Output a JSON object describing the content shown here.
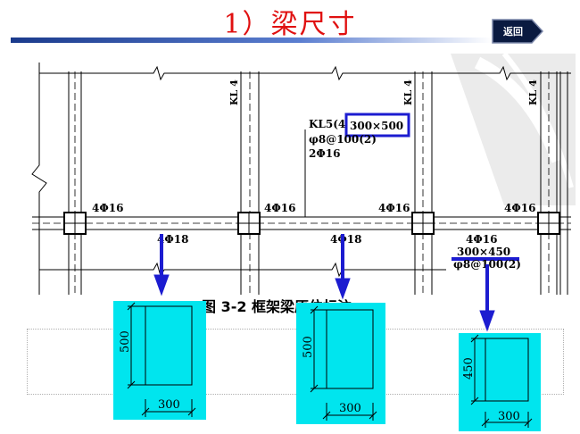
{
  "title": "1）梁尺寸",
  "back_button": "返回",
  "plan": {
    "kl4_labels": [
      "KL 4",
      "KL 4",
      "KL 4"
    ],
    "kl5_label": "KL5(4",
    "kl5_size": "300×500",
    "kl5_stirrup": "φ8@100(2)",
    "kl5_top_bar": "2Φ16",
    "support_bars": [
      "4Φ16",
      "4Φ16",
      "4Φ16",
      "4Φ16"
    ],
    "bottom_bars": [
      "4Φ18",
      "4Φ18"
    ],
    "span_bar": "4Φ16",
    "span_size": "300×450",
    "span_stirrup": "φ8@100(2)"
  },
  "caption": "图 3-2   框架梁原位标注",
  "sections": [
    {
      "height": "500",
      "width": "300"
    },
    {
      "height": "500",
      "width": "300"
    },
    {
      "height": "450",
      "width": "300"
    }
  ],
  "colors": {
    "title": "#e01010",
    "highlight": "#1c1cd0",
    "section_fill": "#00e5ee"
  }
}
